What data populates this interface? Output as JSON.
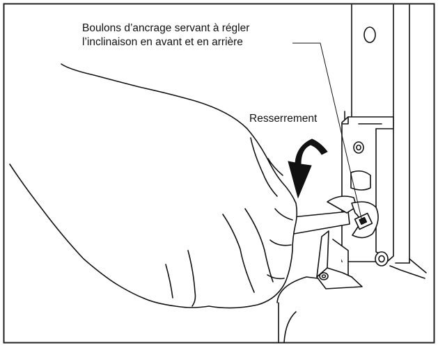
{
  "figure": {
    "callout_bolts": {
      "line1": "Boulons d’ancrage servant à régler",
      "line2": "l’inclinaison en avant et en arrière"
    },
    "callout_tighten": "Resserrement"
  },
  "colors": {
    "ink": "#111111",
    "frame": "#222222",
    "background": "#ffffff",
    "bolt_fill": "#1a1a1a"
  },
  "icons": [
    "hand-with-wrench-illustration",
    "tightening-arrow-icon",
    "anchor-bolt-icon"
  ]
}
